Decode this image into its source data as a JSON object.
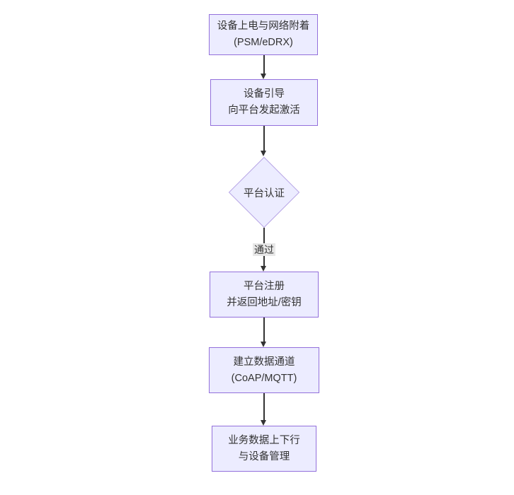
{
  "diagram": {
    "type": "flowchart",
    "direction": "top-down",
    "colors": {
      "background": "#ffffff",
      "node_fill": "#ECECFF",
      "node_border": "#9370DB",
      "node_border_light": "#b9a7e6",
      "edge": "#333333",
      "edge_label_bg": "#e8e8e8",
      "text": "#333333"
    },
    "nodes": [
      {
        "id": "power-on-attach",
        "shape": "rect",
        "line1": "设备上电与网络附着",
        "line2": "(PSM/eDRX)"
      },
      {
        "id": "bootstrap",
        "shape": "rect",
        "line1": "设备引导",
        "line2": "向平台发起激活"
      },
      {
        "id": "platform-auth",
        "shape": "diamond",
        "line1": "平台认证",
        "line2": ""
      },
      {
        "id": "platform-register",
        "shape": "rect",
        "line1": "平台注册",
        "line2": "并返回地址/密钥"
      },
      {
        "id": "data-channel",
        "shape": "rect",
        "line1": "建立数据通道",
        "line2": "(CoAP/MQTT)"
      },
      {
        "id": "business-data",
        "shape": "rect",
        "line1": "业务数据上下行",
        "line2": "与设备管理"
      }
    ],
    "edges": [
      {
        "from": "power-on-attach",
        "to": "bootstrap",
        "label": ""
      },
      {
        "from": "bootstrap",
        "to": "platform-auth",
        "label": ""
      },
      {
        "from": "platform-auth",
        "to": "platform-register",
        "label": "通过"
      },
      {
        "from": "platform-register",
        "to": "data-channel",
        "label": ""
      },
      {
        "from": "data-channel",
        "to": "business-data",
        "label": ""
      }
    ]
  }
}
